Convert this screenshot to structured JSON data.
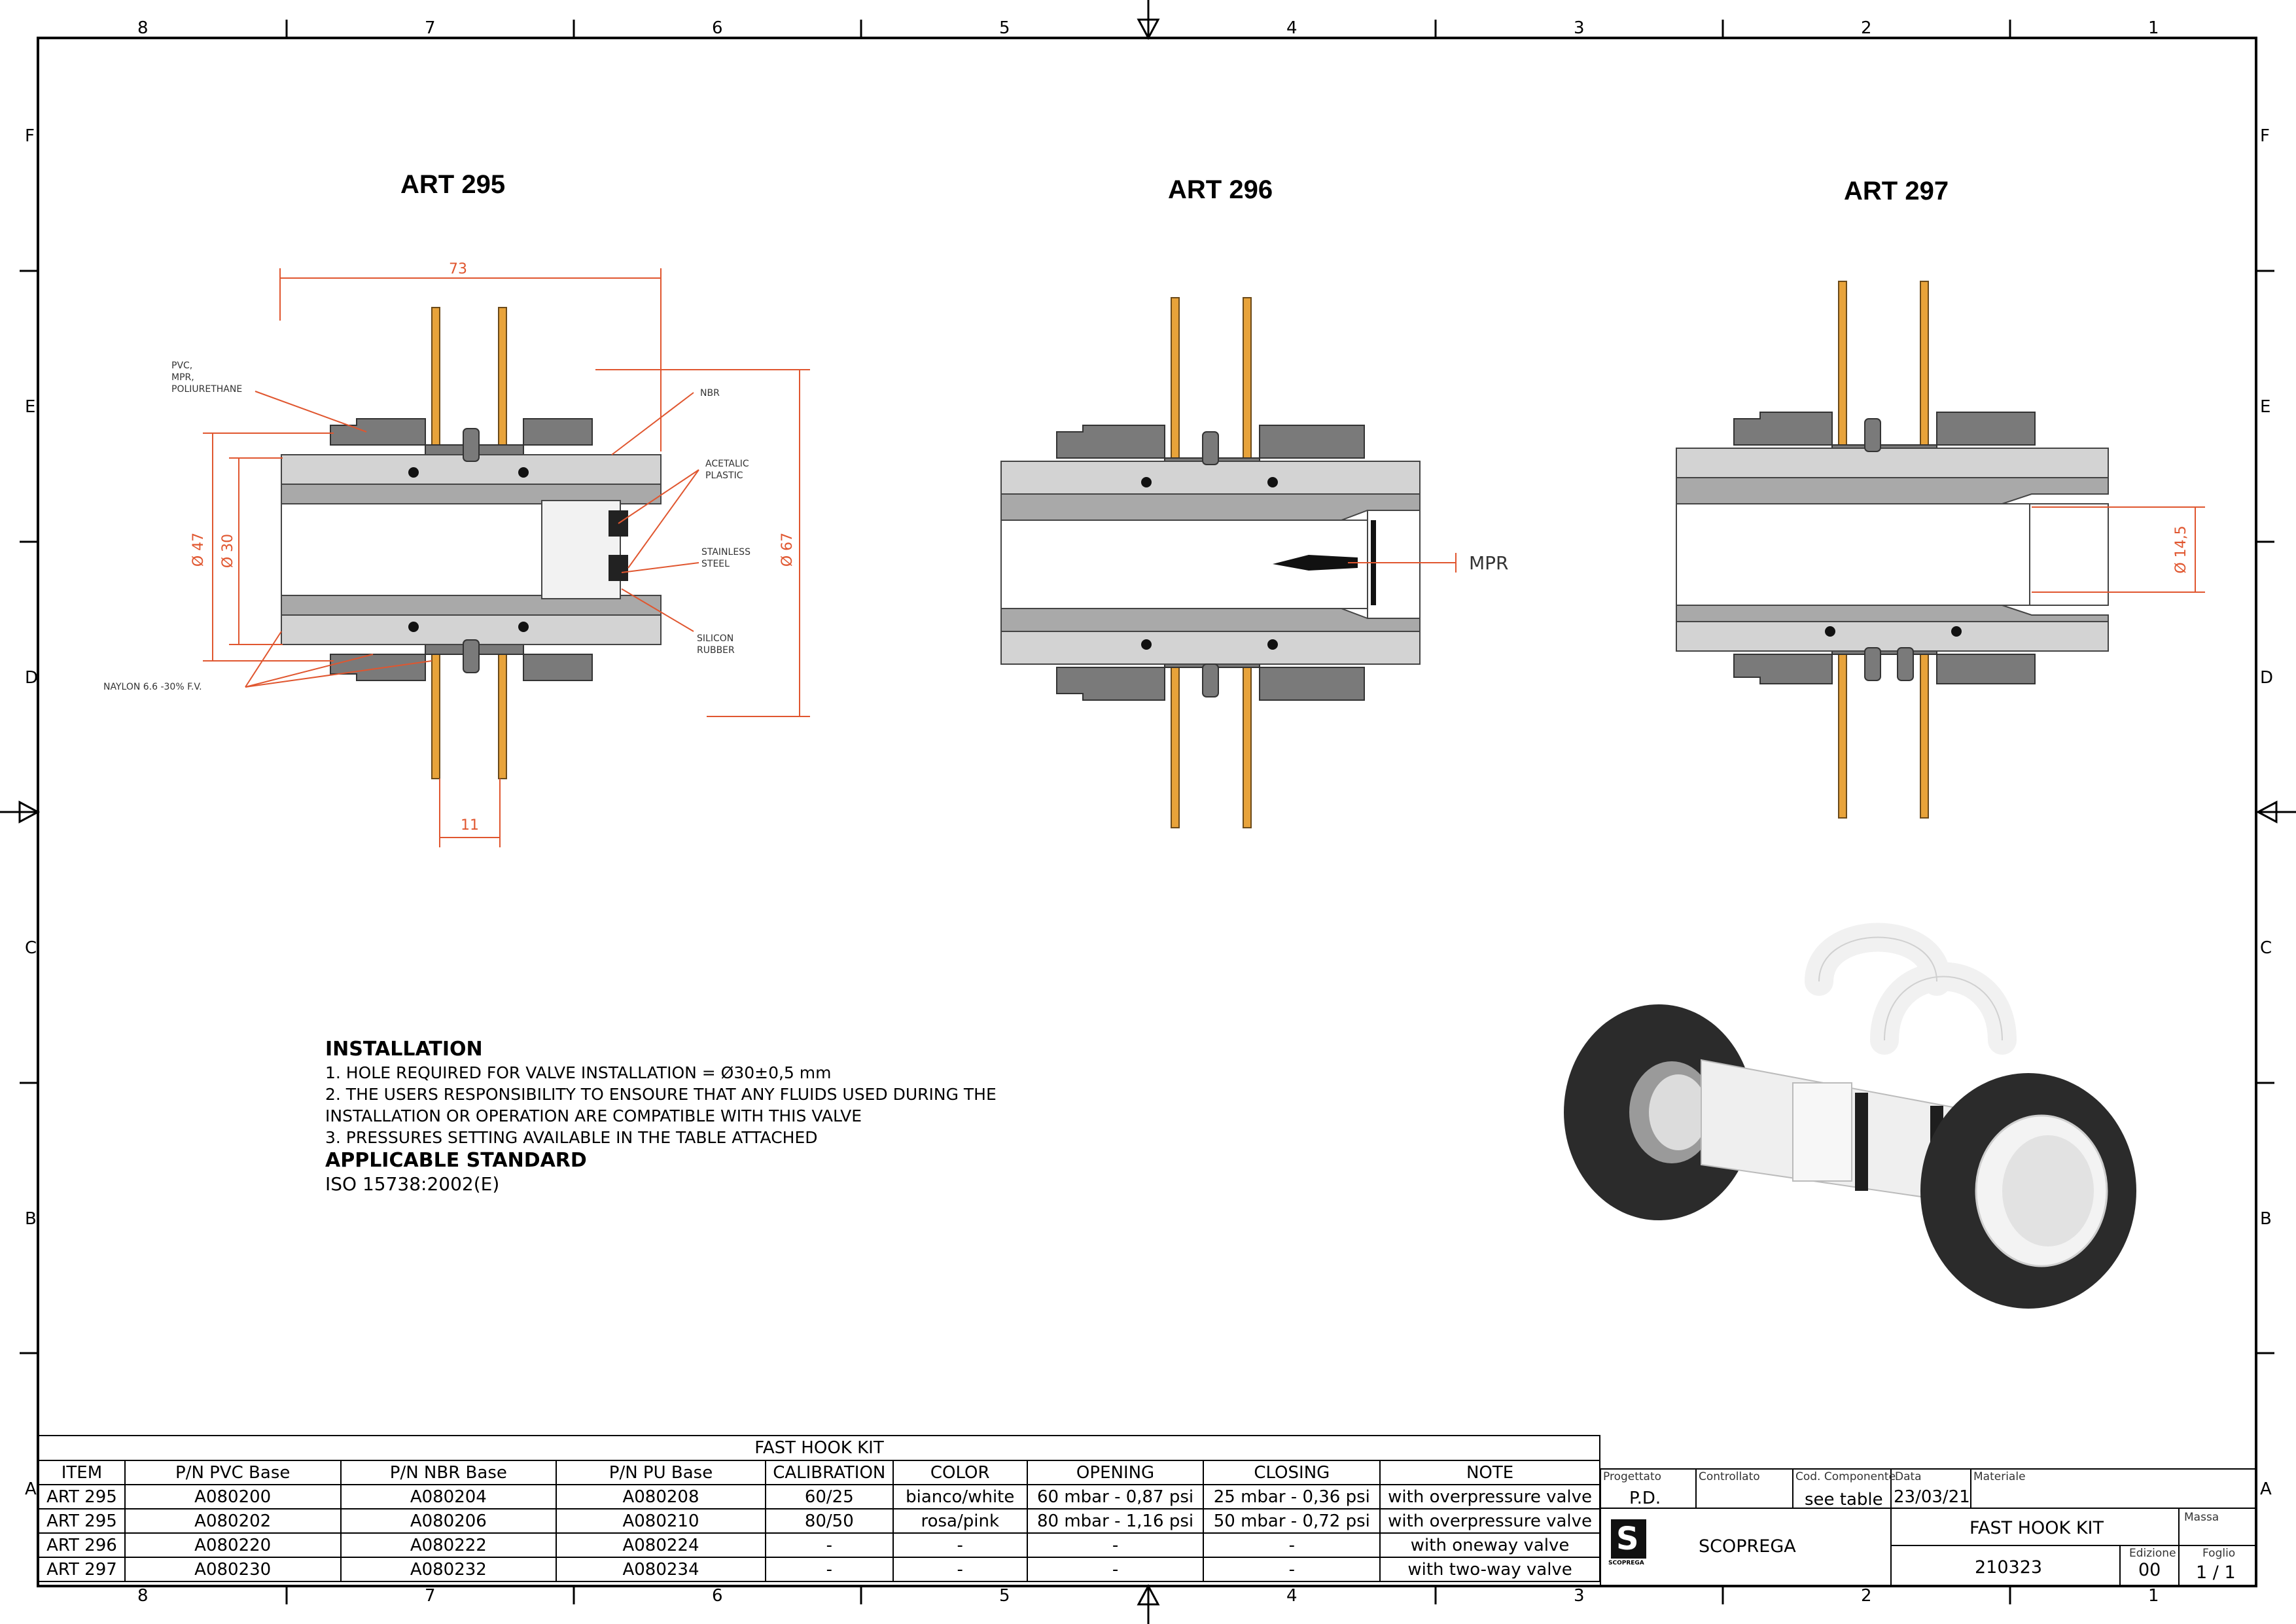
{
  "frame": {
    "columns": [
      "8",
      "7",
      "6",
      "5",
      "4",
      "3",
      "2",
      "1"
    ],
    "rows": [
      "F",
      "E",
      "D",
      "C",
      "B",
      "A"
    ]
  },
  "views": [
    {
      "title": "ART 295"
    },
    {
      "title": "ART 296"
    },
    {
      "title": "ART 297"
    }
  ],
  "art295_labels": {
    "dim_width": "73",
    "dim_47": "Ø 47",
    "dim_30": "Ø 30",
    "dim_67": "Ø 67",
    "dim_11": "11",
    "pvc": "PVC,",
    "mpr": "MPR,",
    "poliurethane": "POLIURETHANE",
    "nbr": "NBR",
    "acetalic": "ACETALIC",
    "plastic": "PLASTIC",
    "stainless": "STAINLESS",
    "steel": "STEEL",
    "silicon": "SILICON",
    "rubber": "RUBBER",
    "naylon": "NAYLON 6.6 -30% F.V."
  },
  "art296_labels": {
    "mpr": "MPR"
  },
  "art297_labels": {
    "dim_14_5": "Ø 14,5"
  },
  "installation": {
    "heading": "INSTALLATION",
    "lines": [
      "1. HOLE REQUIRED FOR VALVE INSTALLATION = Ø30±0,5 mm",
      "2. THE USERS RESPONSIBILITY TO ENSOURE THAT ANY FLUIDS USED DURING THE",
      "INSTALLATION OR OPERATION ARE COMPATIBLE WITH THIS VALVE",
      "3. PRESSURES SETTING AVAILABLE IN THE TABLE ATTACHED"
    ],
    "standard_heading": "APPLICABLE STANDARD",
    "standard": "ISO 15738:2002(E)"
  },
  "table": {
    "caption": "FAST HOOK KIT",
    "headers": [
      "ITEM",
      "P/N PVC Base",
      "P/N NBR Base",
      "P/N PU Base",
      "CALIBRATION",
      "COLOR",
      "OPENING",
      "CLOSING",
      "NOTE"
    ],
    "rows": [
      [
        "ART 295",
        "A080200",
        "A080204",
        "A080208",
        "60/25",
        "bianco/white",
        "60 mbar - 0,87 psi",
        "25 mbar - 0,36 psi",
        "with overpressure valve"
      ],
      [
        "ART 295",
        "A080202",
        "A080206",
        "A080210",
        "80/50",
        "rosa/pink",
        "80 mbar - 1,16 psi",
        "50 mbar - 0,72 psi",
        "with overpressure valve"
      ],
      [
        "ART 296",
        "A080220",
        "A080222",
        "A080224",
        "-",
        "-",
        "-",
        "-",
        "with oneway valve"
      ],
      [
        "ART 297",
        "A080230",
        "A080232",
        "A080234",
        "-",
        "-",
        "-",
        "-",
        "with two-way valve"
      ]
    ]
  },
  "title_block": {
    "progettato_label": "Progettato",
    "progettato": "P.D.",
    "controllato_label": "Controllato",
    "cod_label": "Cod. Componente",
    "cod": "see table",
    "data_label": "Data",
    "data": "23/03/21",
    "materiale_label": "Materiale",
    "company": "SCOPREGA",
    "logo_text": "SCOPREGA",
    "title": "FAST HOOK KIT",
    "massa_label": "Massa",
    "number": "210323",
    "edizione_label": "Edizione",
    "edizione": "00",
    "foglio_label": "Foglio",
    "foglio": "1 / 1"
  },
  "colors": {
    "dimension": "#e0562f",
    "gray_dark": "#7a7a7a",
    "gray_mid": "#a9a9a9",
    "gray_light": "#d3d3d3",
    "orange": "#e8a33a"
  }
}
